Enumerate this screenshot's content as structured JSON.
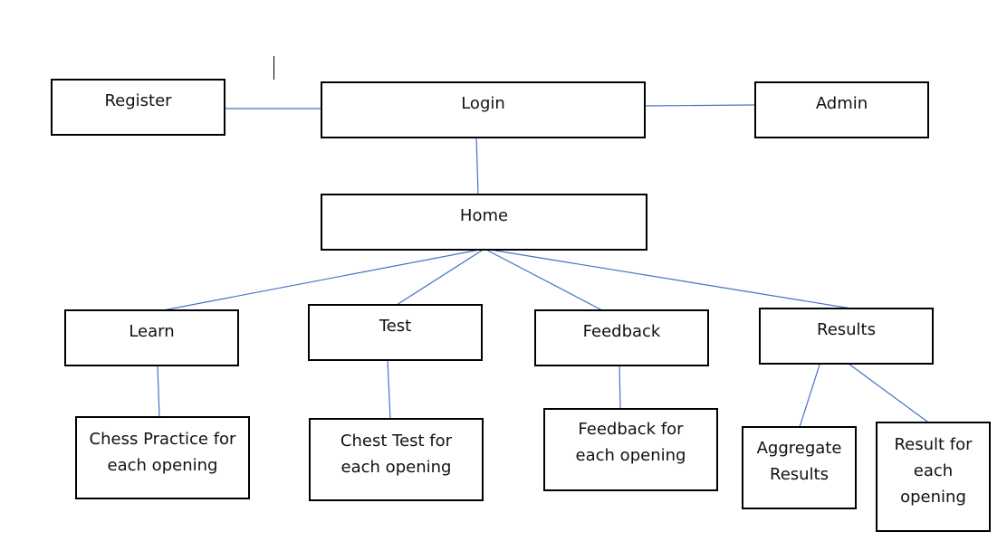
{
  "diagram": {
    "line_color": "#4472C4",
    "box_border_color": "#000000",
    "nodes": {
      "register": "Register",
      "login": "Login",
      "admin": "Admin",
      "home": "Home",
      "learn": "Learn",
      "test": "Test",
      "feedback": "Feedback",
      "results": "Results",
      "chess_practice": "Chess Practice for\neach opening",
      "chest_test": "Chest Test for\neach opening",
      "feedback_each": "Feedback for\neach opening",
      "aggregate_results": "Aggregate\nResults",
      "result_each": "Result for\neach\nopening"
    }
  }
}
